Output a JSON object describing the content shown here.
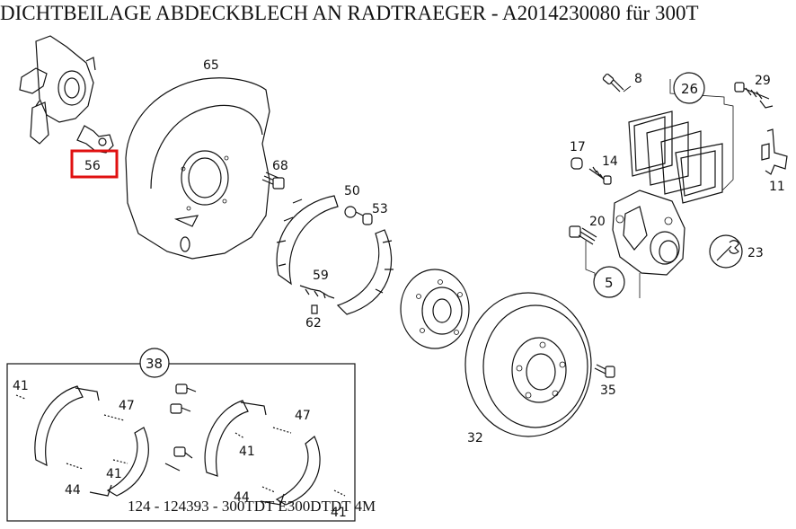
{
  "title": "DICHTBEILAGE ABDECKBLECH AN RADTRAEGER - A2014230080 für 300T",
  "footer": "124 - 124393 - 300TDT E300DTDT 4M",
  "highlight_color": "#e01010",
  "parts": {
    "p65": "65",
    "p56": "56",
    "p68": "68",
    "p50": "50",
    "p53": "53",
    "p59": "59",
    "p62": "62",
    "p8": "8",
    "p26": "26",
    "p29": "29",
    "p17": "17",
    "p14": "14",
    "p11": "11",
    "p20": "20",
    "p23": "23",
    "p5": "5",
    "p35": "35",
    "p32": "32",
    "p38": "38",
    "kit_41a": "41",
    "kit_47a": "47",
    "kit_41b": "41",
    "kit_44a": "44",
    "kit_47b": "47",
    "kit_41c": "41",
    "kit_44b": "44",
    "kit_41d": "41"
  }
}
